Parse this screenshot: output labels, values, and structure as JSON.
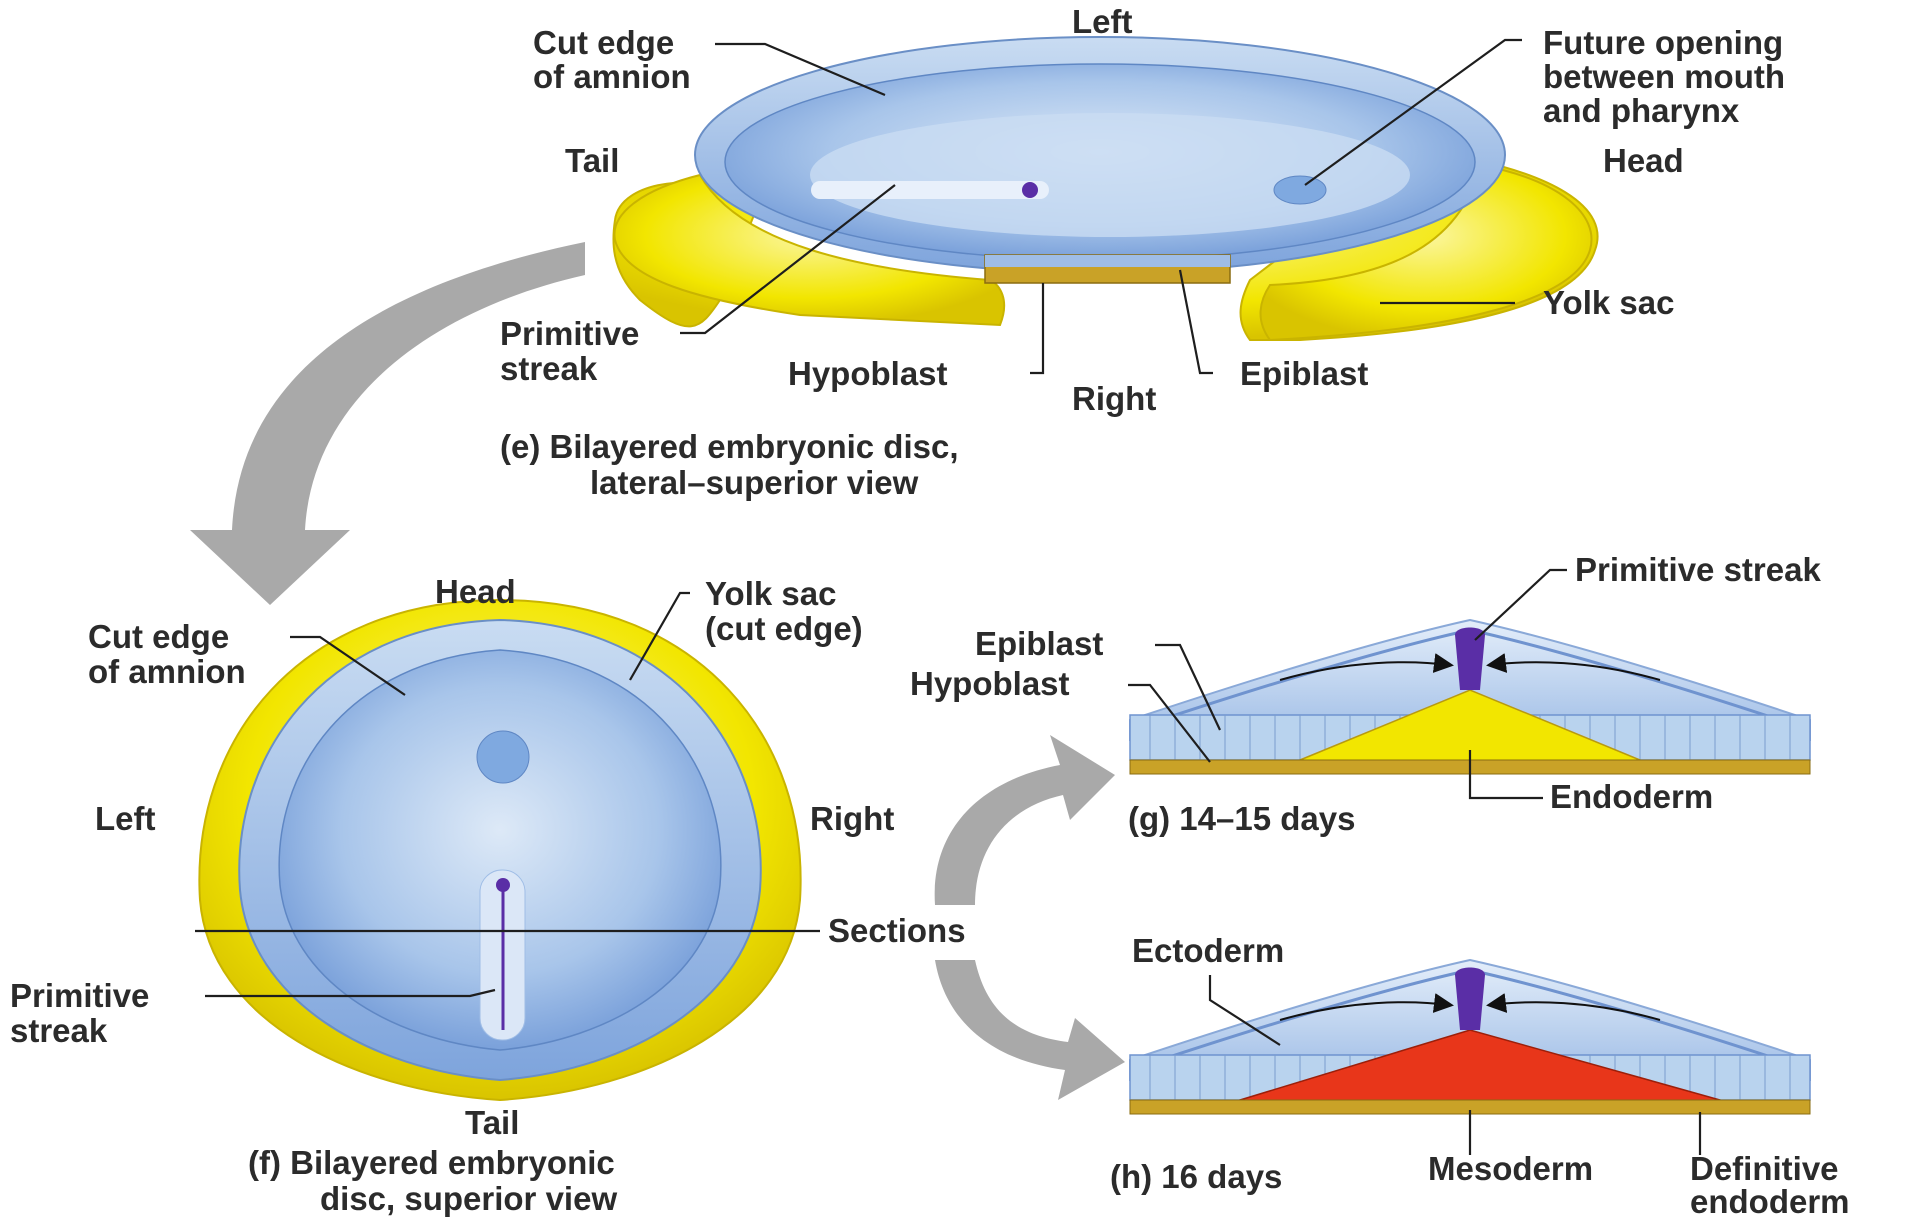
{
  "panel_e": {
    "caption_line1": "(e) Bilayered embryonic disc,",
    "caption_line2": "lateral–superior view",
    "left": "Left",
    "right": "Right",
    "tail": "Tail",
    "head": "Head",
    "cut_edge_line1": "Cut edge",
    "cut_edge_line2": "of amnion",
    "future_opening_line1": "Future opening",
    "future_opening_line2": "between mouth",
    "future_opening_line3": "and pharynx",
    "yolk_sac": "Yolk sac",
    "primitive_streak_line1": "Primitive",
    "primitive_streak_line2": "streak",
    "hypoblast": "Hypoblast",
    "epiblast": "Epiblast"
  },
  "panel_f": {
    "caption_line1": "(f) Bilayered embryonic",
    "caption_line2": "disc, superior view",
    "head": "Head",
    "tail": "Tail",
    "left": "Left",
    "right": "Right",
    "cut_edge_line1": "Cut edge",
    "cut_edge_line2": "of amnion",
    "yolk_sac_line1": "Yolk sac",
    "yolk_sac_line2": "(cut edge)",
    "primitive_streak_line1": "Primitive",
    "primitive_streak_line2": "streak",
    "sections": "Sections"
  },
  "panel_g": {
    "caption": "(g) 14–15 days",
    "primitive_streak": "Primitive streak",
    "epiblast": "Epiblast",
    "hypoblast": "Hypoblast",
    "endoderm": "Endoderm"
  },
  "panel_h": {
    "caption": "(h) 16 days",
    "ectoderm": "Ectoderm",
    "mesoderm": "Mesoderm",
    "definitive_endoderm_line1": "Definitive",
    "definitive_endoderm_line2": "endoderm"
  },
  "colors": {
    "yolk": "#f2e600",
    "amnion_blue": "#7fa9e0",
    "epiblast_blue": "#b9d3ee",
    "hypoblast_gold": "#c9a227",
    "mesoderm_red": "#e8361a",
    "streak_purple": "#5a2ea6",
    "arrow_gray": "#a9a9a9"
  }
}
